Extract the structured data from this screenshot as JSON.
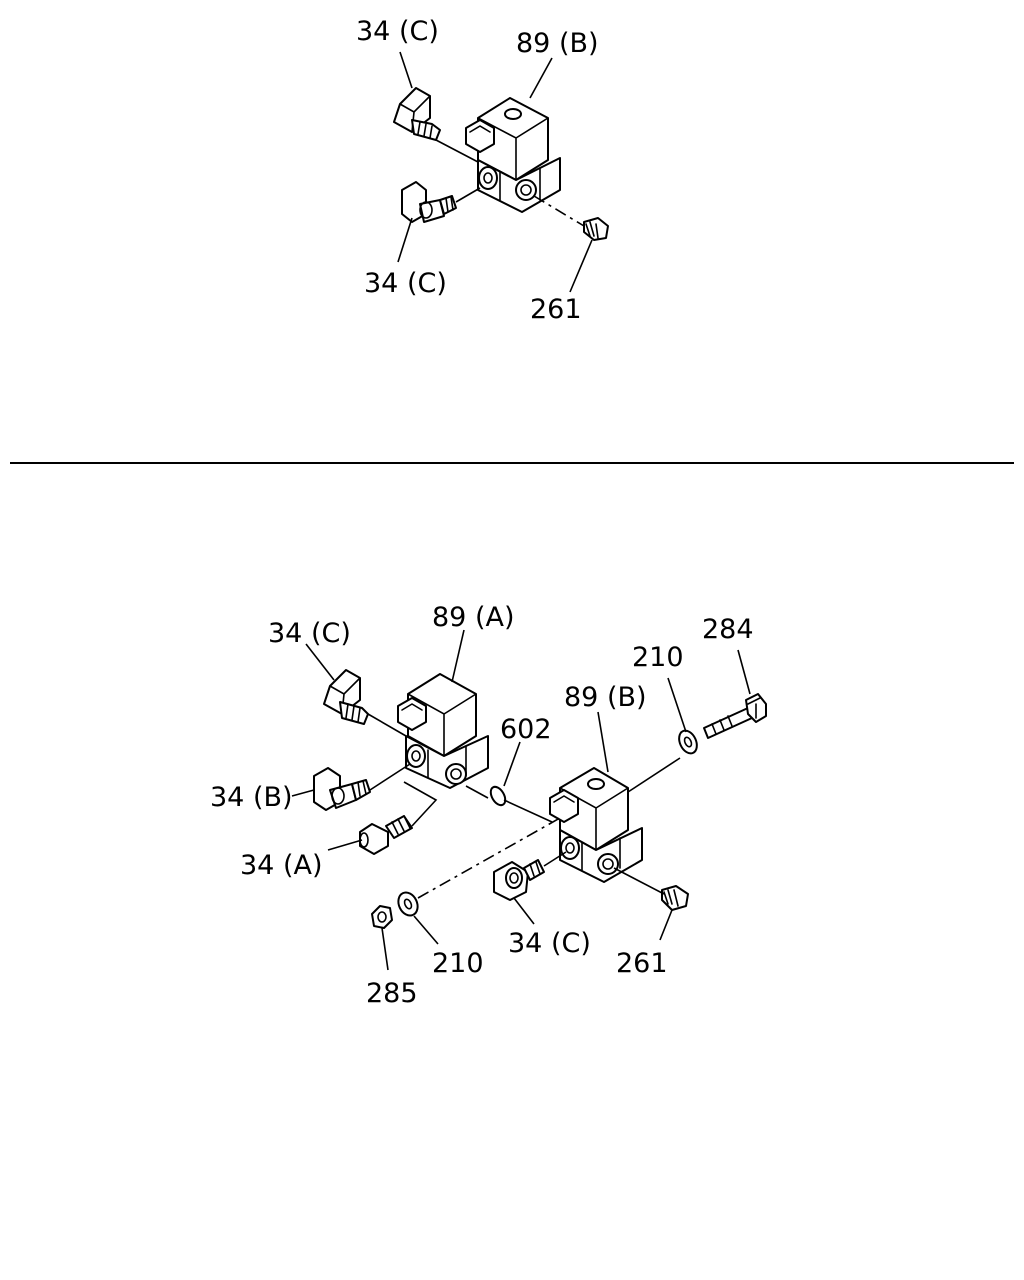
{
  "top_assembly": {
    "labels": {
      "fitting_upper": "34 (C)",
      "valve": "89 (B)",
      "fitting_lower": "34 (C)",
      "plug": "261"
    }
  },
  "bottom_assembly": {
    "labels": {
      "fitting_c_top": "34 (C)",
      "valve_a": "89 (A)",
      "fitting_b": "34 (B)",
      "fitting_a": "34 (A)",
      "oring": "602",
      "valve_b": "89 (B)",
      "washer_top": "210",
      "bolt": "284",
      "washer_bottom": "210",
      "nut": "285",
      "fitting_c_bottom": "34 (C)",
      "plug": "261"
    }
  }
}
